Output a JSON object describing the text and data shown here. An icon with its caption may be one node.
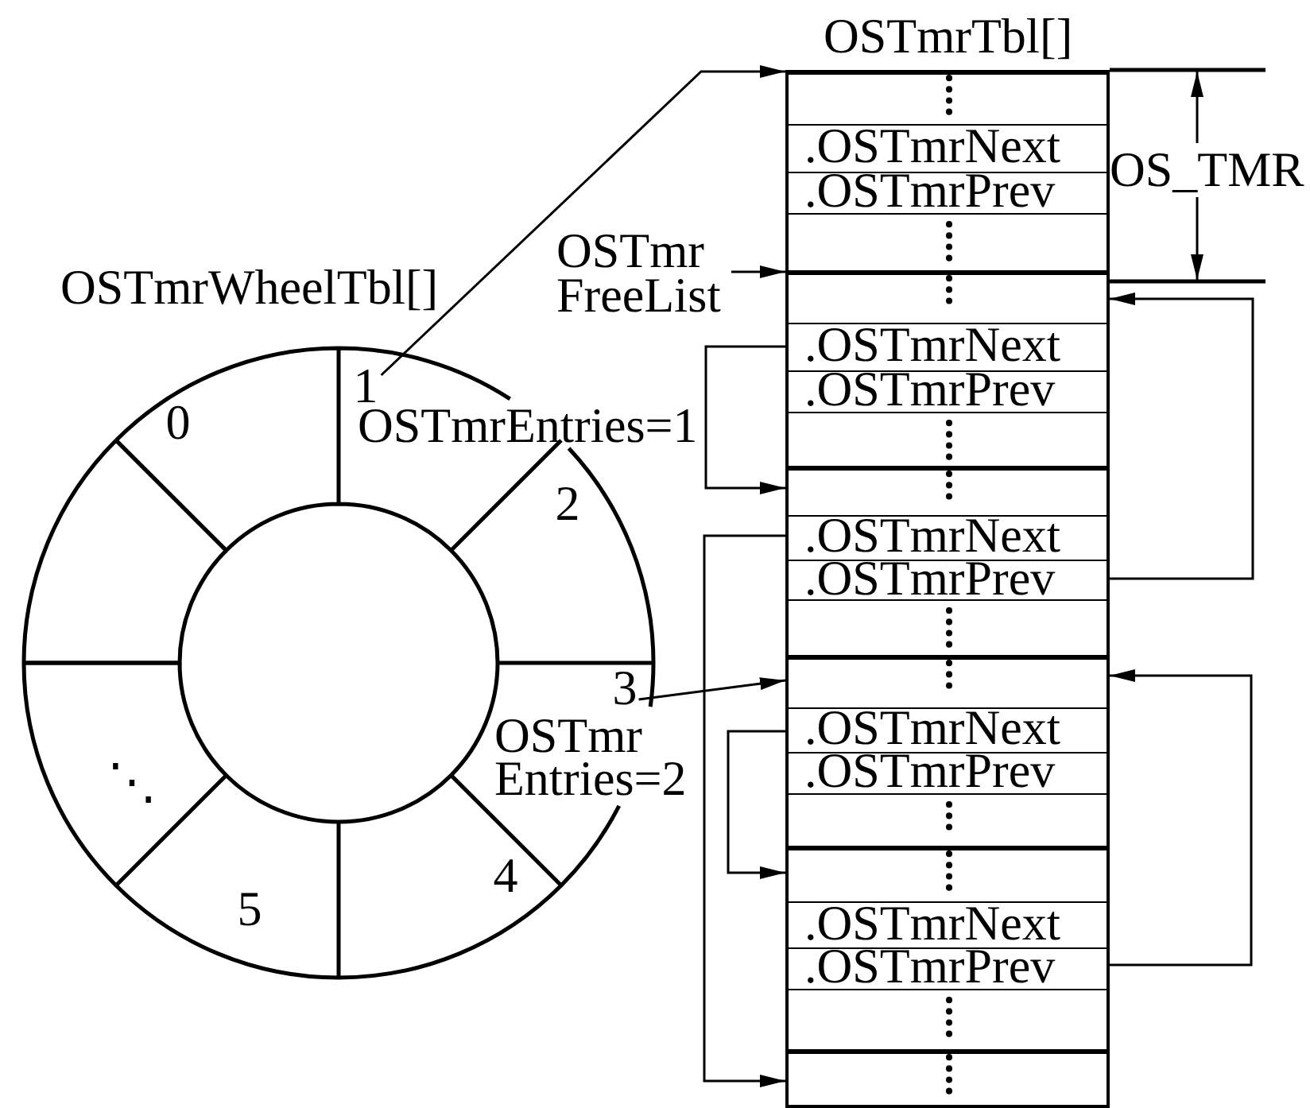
{
  "diagram": {
    "nodes": [
      {
        "text": [
          "OSTmrWheelTbl[]"
        ]
      },
      {
        "text": [
          "0"
        ],
        "in": 0
      },
      {
        "text": [
          "1"
        ],
        "in": 0,
        "beside": [
          "OSTmrEntries=1"
        ]
      },
      {
        "text": [
          "2"
        ],
        "in": 0
      },
      {
        "text": [
          "3"
        ],
        "in": 0,
        "beside": [
          "OSTmr Entries=2"
        ]
      },
      {
        "text": [
          "4"
        ],
        "in": 0
      },
      {
        "text": [
          "5"
        ],
        "in": 0
      },
      {
        "text": [
          "⋱"
        ],
        "in": 0
      },
      {
        "text": [],
        "shape": "sector",
        "in": 0
      },
      {
        "text": [
          "OSTmr FreeList"
        ]
      },
      {
        "text": [
          "OSTmrTbl[]"
        ]
      },
      {
        "text": [
          ".OSTmrNext",
          ".OSTmrPrev"
        ],
        "in": 10
      },
      {
        "text": [
          ".OSTmrNext",
          ".OSTmrPrev"
        ],
        "in": 10
      },
      {
        "text": [
          ".OSTmrNext",
          ".OSTmrPrev"
        ],
        "in": 10
      },
      {
        "text": [
          ".OSTmrNext",
          ".OSTmrPrev"
        ],
        "in": 10
      },
      {
        "text": [
          ".OSTmrNext",
          ".OSTmrPrev"
        ],
        "in": 10
      },
      {
        "text": [],
        "shape": "box",
        "in": 10
      }
    ],
    "edges": [
      {
        "from": 2,
        "to": 11,
        "arrow": "to"
      },
      {
        "from": 4,
        "to": 14,
        "arrow": "to"
      },
      {
        "from": 9,
        "to": 12,
        "arrow": "to"
      },
      {
        "from": 12,
        "to": 13,
        "arrow": "to"
      },
      {
        "from": 13,
        "to": 12,
        "arrow": "to"
      },
      {
        "from": 13,
        "to": 16,
        "arrow": "to"
      },
      {
        "from": 14,
        "to": 15,
        "arrow": "to"
      },
      {
        "from": 15,
        "to": 14,
        "arrow": "to"
      }
    ],
    "labels": [
      "OS_TMR"
    ]
  }
}
